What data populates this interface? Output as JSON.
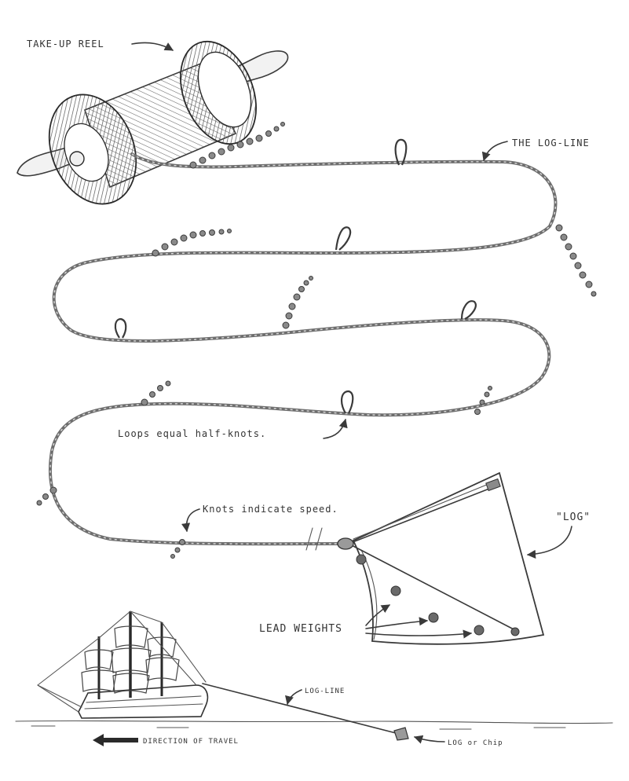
{
  "labels": {
    "take_up_reel": "TAKE-UP REEL",
    "the_log_line": "THE LOG-LINE",
    "loops": "Loops equal half-knots.",
    "knots": "Knots indicate speed.",
    "log": "\"LOG\"",
    "lead_weights": "LEAD WEIGHTS",
    "log_line_small": "LOG-LINE",
    "direction": "DIRECTION OF TRAVEL",
    "log_or_chip": "LOG or Chip"
  },
  "colors": {
    "ink": "#3a3a3a",
    "rope": "#6e6e6e",
    "background": "#ffffff"
  },
  "icons": {
    "reel": "take-up-reel-icon",
    "log_board": "log-board-icon",
    "ship": "sailing-ship-icon",
    "direction_arrow": "left-arrow-icon"
  }
}
